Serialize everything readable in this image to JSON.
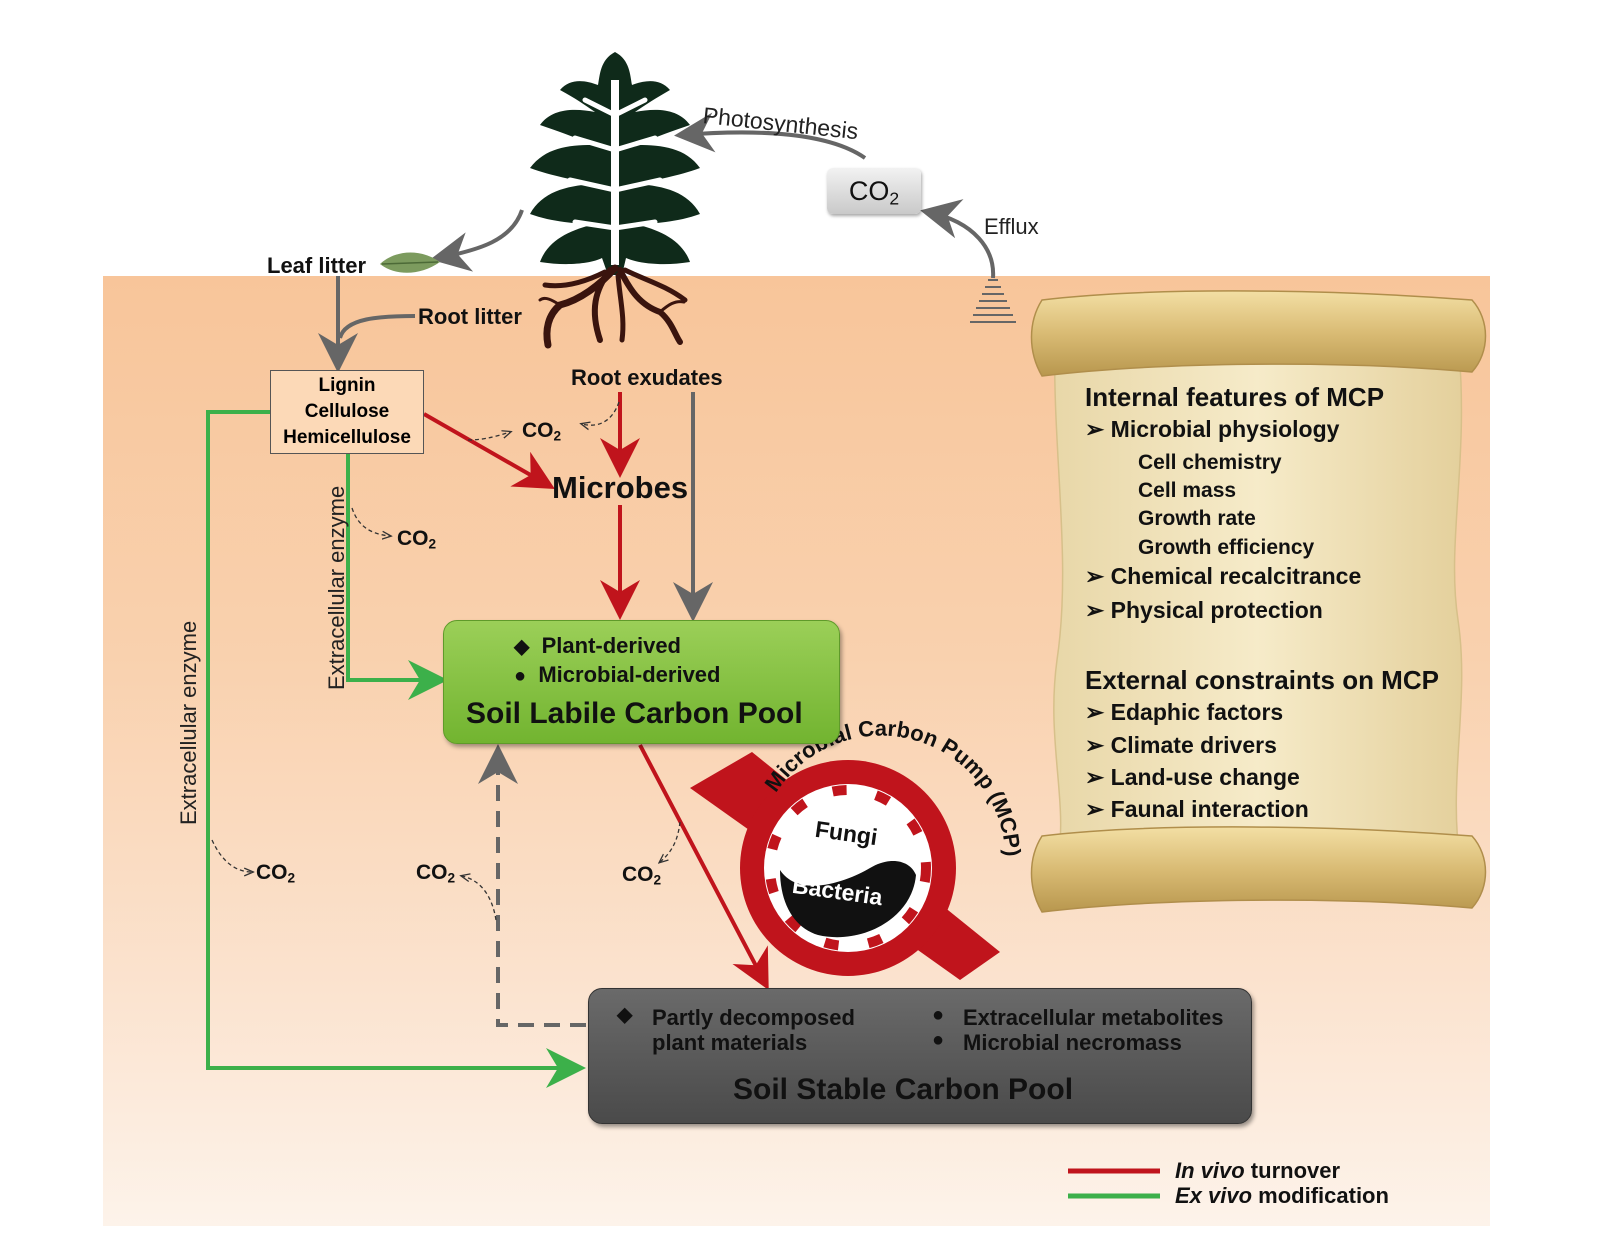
{
  "atmosphere": {
    "co2_box": "CO2",
    "photosynthesis": "Photosynthesis",
    "efflux": "Efflux"
  },
  "inputs": {
    "leaf_litter": "Leaf litter",
    "root_litter": "Root litter",
    "root_exudates": "Root exudates",
    "lignin_box": [
      "Lignin",
      "Cellulose",
      "Hemicellulose"
    ],
    "microbes": "Microbes",
    "extracellular_enzyme": "Extracellular enzyme",
    "co2": "CO2"
  },
  "labile_pool": {
    "item_1": "Plant-derived",
    "item_2": "Microbial-derived",
    "title": "Soil Labile Carbon Pool"
  },
  "stable_pool": {
    "item_1_line1": "Partly decomposed",
    "item_1_line2": "plant materials",
    "item_2": "Extracellular metabolites",
    "item_3": "Microbial necromass",
    "title": "Soil Stable Carbon Pool"
  },
  "mcp": {
    "arc_text": "Microbial Carbon Pump (MCP)",
    "fungi": "Fungi",
    "bacteria": "Bacteria"
  },
  "scroll": {
    "internal_heading": "Internal features of MCP",
    "internal_items": [
      {
        "label": "Microbial physiology",
        "subitems": [
          "Cell chemistry",
          "Cell mass",
          "Growth rate",
          "Growth efficiency"
        ]
      },
      {
        "label": "Chemical recalcitrance",
        "subitems": []
      },
      {
        "label": "Physical protection",
        "subitems": []
      }
    ],
    "external_heading": "External constraints on MCP",
    "external_items": [
      "Edaphic factors",
      "Climate drivers",
      "Land-use change",
      "Faunal interaction"
    ]
  },
  "legend": {
    "red_italic": "In vivo",
    "red_rest": " turnover",
    "green_italic": "Ex vivo",
    "green_rest": " modification",
    "colors": {
      "red": "#c0141c",
      "green": "#3cb04a",
      "gray": "#666666"
    }
  }
}
